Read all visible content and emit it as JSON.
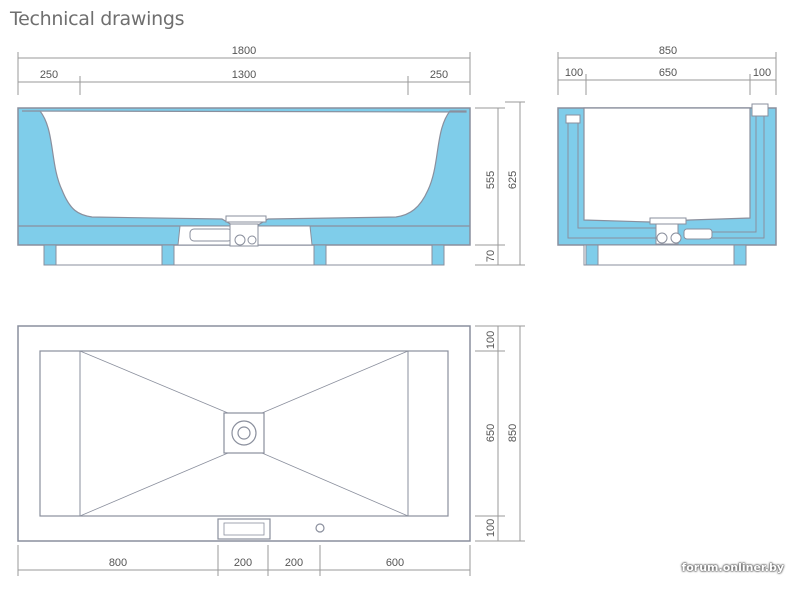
{
  "title": "Technical drawings",
  "colors": {
    "fill": "#7fcdea",
    "outline": "#8a8f9d",
    "dimension": "#9a9a9a",
    "text": "#555555"
  },
  "front_view": {
    "overall_width": "1800",
    "left_rim": "250",
    "inner_width": "1300",
    "right_rim": "250",
    "tub_height": "555",
    "total_height": "625",
    "leg_height": "70"
  },
  "side_view": {
    "overall_width": "850",
    "left_wall": "100",
    "inner_width": "650",
    "right_wall": "100"
  },
  "top_view": {
    "bottom_segments": [
      "800",
      "200",
      "200",
      "600"
    ],
    "top_margin": "100",
    "inner_depth": "650",
    "bottom_margin": "100",
    "overall_depth": "850"
  },
  "watermark": "forum.onliner.by"
}
